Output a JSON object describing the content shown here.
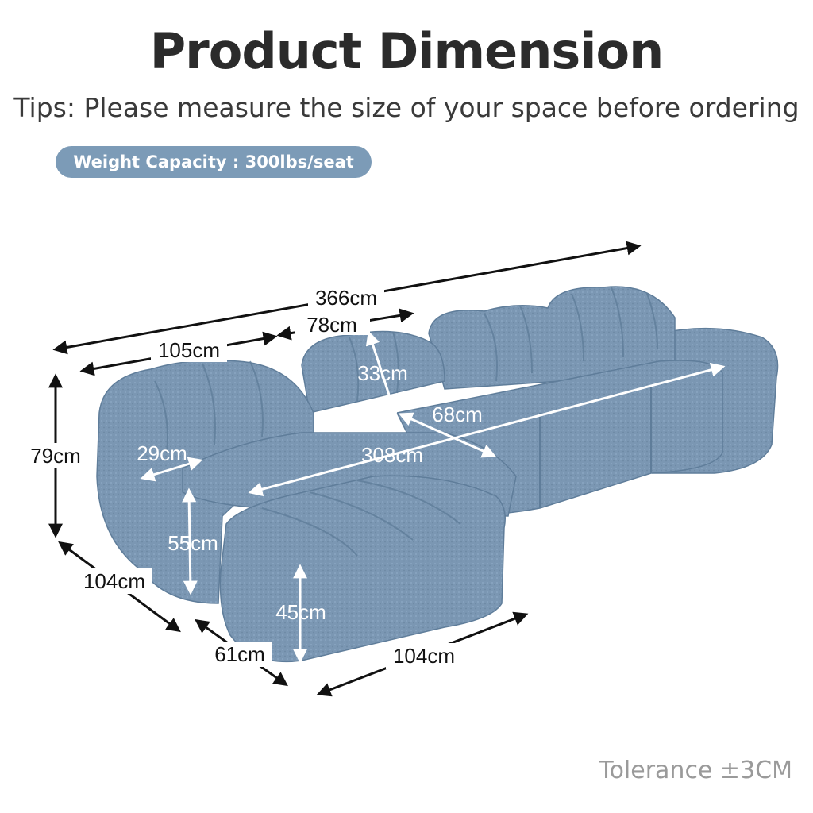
{
  "title": "Product Dimension",
  "tips": "Tips: Please measure the size of your space before ordering",
  "weight_capacity": "Weight Capacity : 300lbs/seat",
  "tolerance": "Tolerance ±3CM",
  "colors": {
    "title": "#2b2b2b",
    "badge": "#7c9bb7",
    "sofa": "#7b97b3",
    "sofa_shadow": "#5f7d9a",
    "dimension_dark": "#111111",
    "dimension_light": "#ffffff"
  },
  "dimensions": {
    "total_length": "366cm",
    "seat_module_width": "78cm",
    "chaise_module_width": "105cm",
    "total_height": "79cm",
    "back_cushion_height": "33cm",
    "seat_depth": "68cm",
    "arm_width": "29cm",
    "seat_length": "308cm",
    "seat_height": "55cm",
    "ottoman_height": "45cm",
    "chaise_depth": "104cm",
    "ottoman_depth": "61cm",
    "ottoman_length": "104cm"
  }
}
